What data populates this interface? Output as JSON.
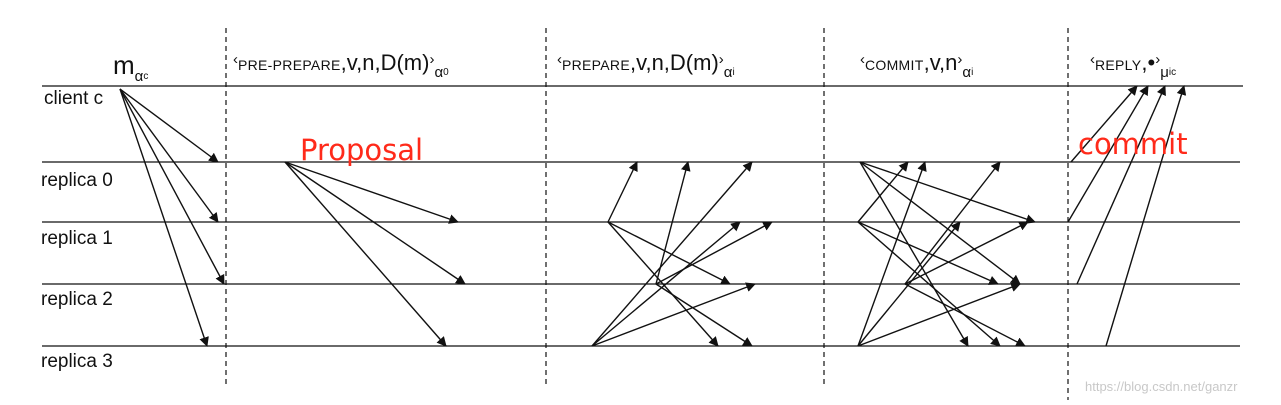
{
  "nodes": {
    "client": "client c",
    "replica0": "replica 0",
    "replica1": "replica 1",
    "replica2": "replica 2",
    "replica3": "replica 3"
  },
  "phases": {
    "request": {
      "base": "m",
      "sub": "α",
      "subsub": "c"
    },
    "pre_prepare": {
      "open": "‹",
      "name": "PRE-PREPARE",
      "args": ",v,n,D(m)",
      "close": "›",
      "sub": "α",
      "subsub": "0"
    },
    "prepare": {
      "open": "‹",
      "name": "PREPARE",
      "args": ",v,n,D(m)",
      "close": "›",
      "sub": "α",
      "subsub": "i"
    },
    "commit": {
      "open": "‹",
      "name": "COMMIT",
      "args": ",v,n",
      "close": "›",
      "sub": "α",
      "subsub": "i"
    },
    "reply": {
      "open": "‹",
      "name": "REPLY",
      "args": ",•",
      "close": "›",
      "sub": "μ",
      "subsub": "ic"
    }
  },
  "annotations": {
    "proposal": "Proposal",
    "commit": "commit"
  },
  "watermark": "https://blog.csdn.net/ganzr",
  "colors": {
    "line": "#111111",
    "annotation": "#ff2a1a",
    "watermark": "#c8c8c8"
  }
}
